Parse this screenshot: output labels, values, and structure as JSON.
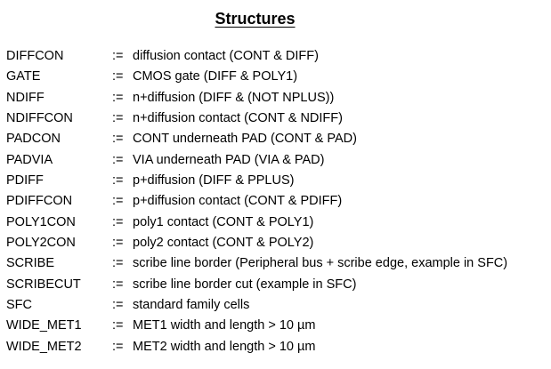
{
  "title": "Structures",
  "operator": ":=",
  "definitions": [
    {
      "term": "DIFFCON",
      "description": "diffusion contact (CONT & DIFF)"
    },
    {
      "term": "GATE",
      "description": "CMOS gate (DIFF & POLY1)"
    },
    {
      "term": "NDIFF",
      "description": "n+diffusion (DIFF & (NOT NPLUS))"
    },
    {
      "term": "NDIFFCON",
      "description": "n+diffusion contact (CONT & NDIFF)"
    },
    {
      "term": "PADCON",
      "description": "CONT underneath PAD (CONT & PAD)"
    },
    {
      "term": "PADVIA",
      "description": "VIA underneath PAD (VIA & PAD)"
    },
    {
      "term": "PDIFF",
      "description": "p+diffusion (DIFF & PPLUS)"
    },
    {
      "term": "PDIFFCON",
      "description": "p+diffusion contact (CONT & PDIFF)"
    },
    {
      "term": "POLY1CON",
      "description": "poly1 contact (CONT & POLY1)"
    },
    {
      "term": "POLY2CON",
      "description": "poly2 contact (CONT & POLY2)"
    },
    {
      "term": "SCRIBE",
      "description": "scribe line border (Peripheral bus + scribe edge, example in SFC)"
    },
    {
      "term": "SCRIBECUT",
      "description": "scribe line border cut (example in SFC)"
    },
    {
      "term": "SFC",
      "description": "standard family cells"
    },
    {
      "term": "WIDE_MET1",
      "description": "MET1 width and length > 10 µm"
    },
    {
      "term": "WIDE_MET2",
      "description": "MET2 width and length > 10 µm"
    }
  ]
}
